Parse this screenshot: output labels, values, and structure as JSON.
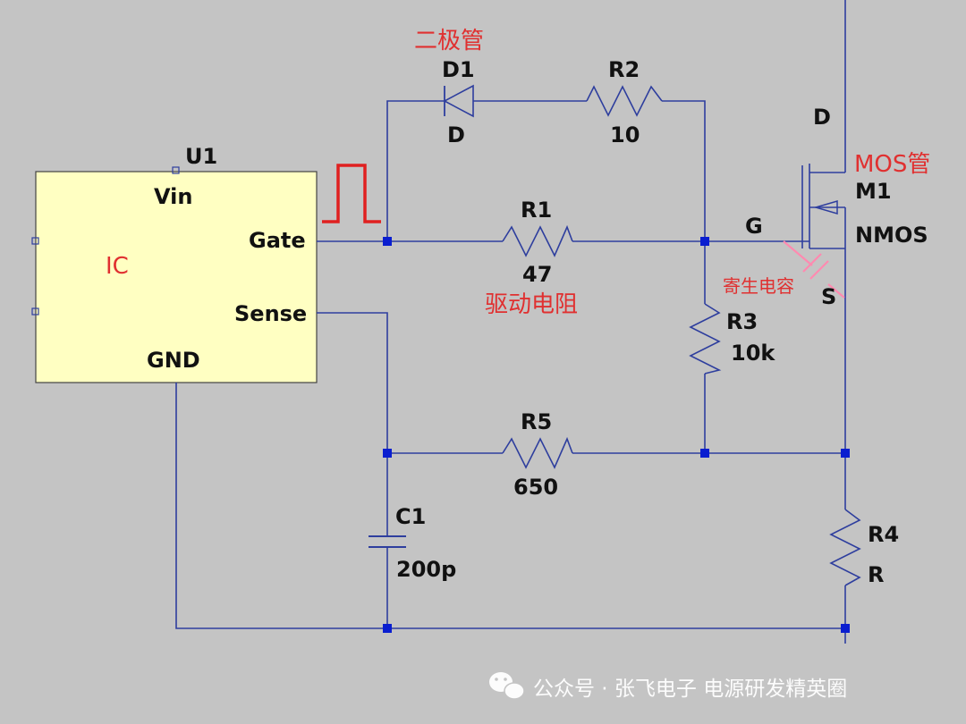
{
  "ic": {
    "ref": "U1",
    "name": "IC",
    "pins": {
      "vin": "Vin",
      "gate": "Gate",
      "sense": "Sense",
      "gnd": "GND"
    }
  },
  "d1": {
    "ref": "D1",
    "value": "D"
  },
  "r2": {
    "ref": "R2",
    "value": "10"
  },
  "r1": {
    "ref": "R1",
    "value": "47"
  },
  "r3": {
    "ref": "R3",
    "value": "10k"
  },
  "r5": {
    "ref": "R5",
    "value": "650"
  },
  "c1": {
    "ref": "C1",
    "value": "200p"
  },
  "r4": {
    "ref": "R4",
    "value": "R"
  },
  "m1": {
    "ref": "M1",
    "value": "NMOS",
    "pin_d": "D",
    "pin_g": "G",
    "pin_s": "S"
  },
  "annotations": {
    "diode": "二极管",
    "mos": "MOS管",
    "drive_resistor": "驱动电阻",
    "parasitic_cap": "寄生电容"
  },
  "watermark": {
    "text": "公众号 · 张飞电子 电源研发精英圈",
    "icon": "wechat-icon"
  },
  "colors": {
    "background": "#c4c4c4",
    "ic_fill": "#ffffc2",
    "wire": "#2e3e9e",
    "node": "#0a1ed0",
    "annotation": "#e03030",
    "pulse": "#e02020",
    "parasitic": "#ff8ab0"
  }
}
